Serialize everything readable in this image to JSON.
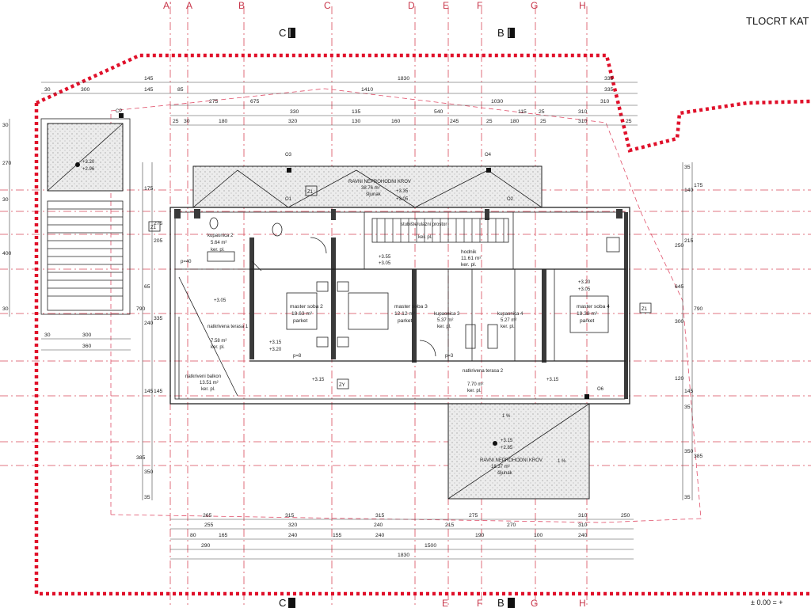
{
  "header": {
    "title": "TLOCRT KAT"
  },
  "grid_labels": {
    "columns": [
      "A'",
      "A",
      "B",
      "C",
      "D",
      "E",
      "F",
      "G",
      "H"
    ],
    "section_marks": [
      "C",
      "B"
    ]
  },
  "levels": {
    "zero": "± 0.00 = +"
  },
  "dims": {
    "top_row1": [
      "145",
      "1830",
      "335"
    ],
    "top_row2": [
      "30",
      "300",
      "145",
      "85",
      "1410",
      "335"
    ],
    "top_row3": [
      "275",
      "675",
      "1030",
      "310"
    ],
    "top_row4": [
      "330",
      "135",
      "540",
      "115",
      "25",
      "310"
    ],
    "top_row5": [
      "25",
      "30",
      "180",
      "320",
      "130",
      "160",
      "245",
      "25",
      "180",
      "25",
      "310",
      "25"
    ],
    "bottom_row1": [
      "265",
      "315",
      "315",
      "275",
      "310",
      "250"
    ],
    "bottom_row2": [
      "255",
      "320",
      "240",
      "215",
      "270",
      "310"
    ],
    "bottom_row3": [
      "80",
      "165",
      "240",
      "155",
      "240",
      "190",
      "100",
      "240"
    ],
    "bottom_row4": [
      "290",
      "1500"
    ],
    "bottom_row5": [
      "1830"
    ],
    "left_col": [
      "30",
      "270",
      "30",
      "400",
      "30"
    ],
    "left_col2": [
      "175",
      "205",
      "65",
      "240",
      "145",
      "350",
      "35"
    ],
    "left_col3": [
      "275",
      "335",
      "790",
      "145",
      "385"
    ],
    "right_col": [
      "35",
      "140",
      "175",
      "215",
      "250",
      "645",
      "300",
      "790",
      "120",
      "145",
      "35",
      "350",
      "385",
      "35"
    ],
    "stair_dims": [
      "300",
      "30",
      "360"
    ]
  },
  "markers": [
    "Z1",
    "Z1",
    "Z1",
    "ZY",
    "O1",
    "O2",
    "O3",
    "O4",
    "O6",
    "CP"
  ],
  "rooms": [
    {
      "name": "kupaonica 2",
      "area": "5.64 m²",
      "floor": "ker. pl."
    },
    {
      "name": "master soba 2",
      "area": "18.63 m²",
      "floor": "parket"
    },
    {
      "name": "master soba 3",
      "area": "12.12 m²",
      "floor": "parket"
    },
    {
      "name": "kupaonica 3",
      "area": "5.37 m²",
      "floor": "ker. pl."
    },
    {
      "name": "kupaonica 4",
      "area": "5.27 m²",
      "floor": "ker. pl."
    },
    {
      "name": "master soba 4",
      "area": "18.38 m²",
      "floor": "parket"
    },
    {
      "name": "hodnik",
      "area": "11.61 m²",
      "floor": "ker. pl."
    },
    {
      "name": "stubište/ulazni prostor",
      "area": "",
      "floor": "ker. pl."
    },
    {
      "name": "natkrivena terasa 1",
      "area": "7.58 m²",
      "floor": "ker. pl."
    },
    {
      "name": "natkriveni balkon",
      "area": "13.51 m²",
      "floor": "ker. pl."
    },
    {
      "name": "natkrivena terasa 2",
      "area": "7.70 m²",
      "floor": "ker. pl."
    }
  ],
  "roofs": [
    {
      "name": "RAVNI NEPROHODNI KROV",
      "area": "38.76 m²",
      "finish": "šljunak"
    },
    {
      "name": "RAVNI NEPROHODNI KROV",
      "area": "18.37 m²",
      "finish": "šljunak"
    }
  ],
  "levels_marks": [
    "+3.20",
    "+2.96",
    "+3.35",
    "+3.05",
    "+3.55",
    "+3.20",
    "+3.05",
    "+3.15",
    "+3.20",
    "+3.05",
    "+3.15",
    "+3.15",
    "+3.20",
    "+3.05",
    "+3.15",
    "+2.85"
  ],
  "slopes": [
    "1 %",
    "1 %"
  ],
  "misc": [
    "p=40",
    "p=8",
    "p=3"
  ]
}
